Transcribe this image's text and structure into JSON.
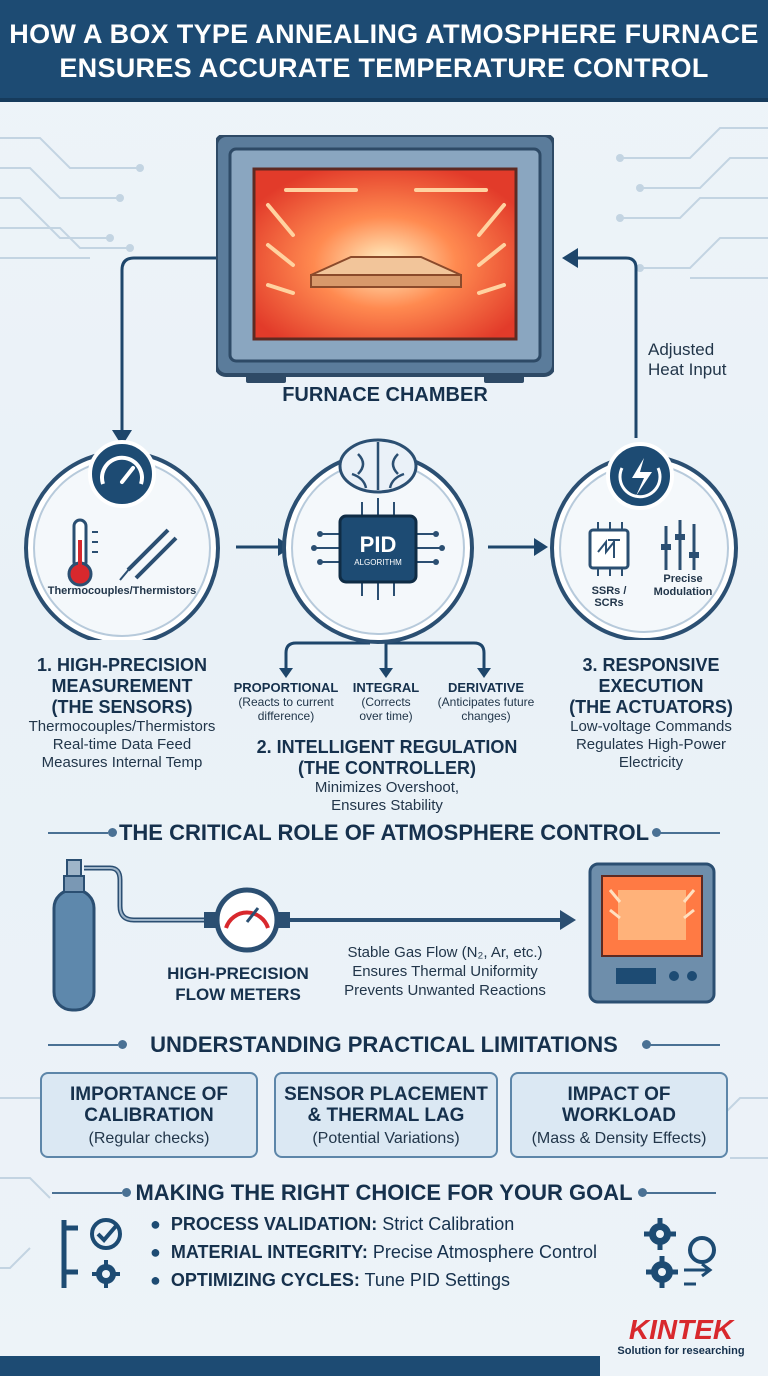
{
  "header": {
    "title_line1": "HOW A BOX TYPE ANNEALING ATMOSPHERE FURNACE",
    "title_line2": "ENSURES ACCURATE TEMPERATURE CONTROL"
  },
  "furnace": {
    "label": "FURNACE CHAMBER"
  },
  "feedback": {
    "line1": "Adjusted",
    "line2": "Heat Input"
  },
  "sensors": {
    "icon_label": "Thermocouples/Thermistors",
    "title_l1": "1. HIGH-PRECISION",
    "title_l2": "MEASUREMENT",
    "title_l3": "(THE SENSORS)",
    "desc_l1": "Thermocouples/Thermistors",
    "desc_l2": "Real-time Data Feed",
    "desc_l3": "Measures Internal Temp"
  },
  "controller": {
    "chip_l1": "PID",
    "chip_l2": "ALGORITHM",
    "terms": [
      {
        "name": "PROPORTIONAL",
        "d1": "(Reacts to current",
        "d2": "difference)"
      },
      {
        "name": "INTEGRAL",
        "d1": "(Corrects",
        "d2": "over time)"
      },
      {
        "name": "DERIVATIVE",
        "d1": "(Anticipates future",
        "d2": "changes)"
      }
    ],
    "title_l1": "2. INTELLIGENT REGULATION",
    "title_l2": "(THE CONTROLLER)",
    "desc_l1": "Minimizes Overshoot,",
    "desc_l2": "Ensures Stability"
  },
  "actuators": {
    "icon_label1": "SSRs / SCRs",
    "icon_label2_l1": "Precise",
    "icon_label2_l2": "Modulation",
    "title_l1": "3. RESPONSIVE",
    "title_l2": "EXECUTION",
    "title_l3": "(THE ACTUATORS)",
    "desc_l1": "Low-voltage Commands",
    "desc_l2": "Regulates High-Power",
    "desc_l3": "Electricity"
  },
  "atmosphere": {
    "section_title": "THE CRITICAL ROLE OF ATMOSPHERE CONTROL",
    "flow_l1": "HIGH-PRECISION",
    "flow_l2": "FLOW METERS",
    "desc_l1": "Stable Gas Flow (N₂, Ar, etc.)",
    "desc_l2": "Ensures Thermal Uniformity",
    "desc_l3": "Prevents Unwanted Reactions"
  },
  "limitations": {
    "section_title": "UNDERSTANDING PRACTICAL LIMITATIONS",
    "cards": [
      {
        "h1": "IMPORTANCE OF",
        "h2": "CALIBRATION",
        "sub": "(Regular checks)"
      },
      {
        "h1": "SENSOR PLACEMENT",
        "h2": "& THERMAL LAG",
        "sub": "(Potential Variations)"
      },
      {
        "h1": "IMPACT OF",
        "h2": "WORKLOAD",
        "sub": "(Mass & Density Effects)"
      }
    ]
  },
  "choice": {
    "section_title": "MAKING THE RIGHT CHOICE FOR YOUR GOAL",
    "items": [
      {
        "bold": "PROCESS VALIDATION:",
        "rest": " Strict Calibration"
      },
      {
        "bold": "MATERIAL INTEGRITY:",
        "rest": " Precise Atmosphere Control"
      },
      {
        "bold": "OPTIMIZING CYCLES:",
        "rest": " Tune PID Settings"
      }
    ]
  },
  "brand": {
    "name": "KINTEK",
    "tagline": "Solution for researching"
  },
  "colors": {
    "navy": "#1d4b73",
    "accent_red": "#d8282d",
    "glow": "#ff6a3d"
  }
}
